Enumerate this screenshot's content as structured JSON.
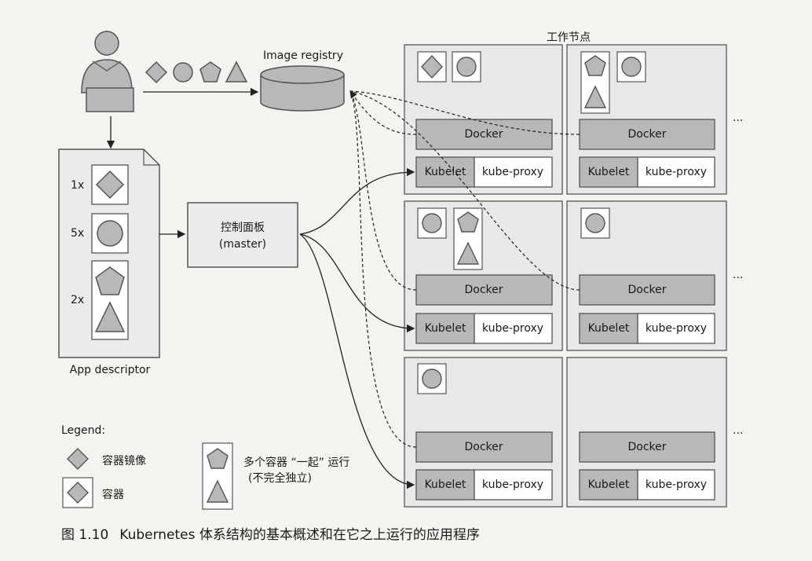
{
  "worker_nodes_title": "工作节点",
  "image_registry_label": "Image registry",
  "app_descriptor": {
    "label": "App descriptor",
    "entries": [
      {
        "count": "1x",
        "shape": "diamond-icon"
      },
      {
        "count": "5x",
        "shape": "circle-icon"
      },
      {
        "count": "2x",
        "shapes": [
          "pentagon-icon",
          "triangle-icon"
        ]
      }
    ]
  },
  "master": {
    "line1": "控制面板",
    "line2": "(master)"
  },
  "node": {
    "docker": "Docker",
    "kubelet": "Kubelet",
    "kube_proxy": "kube-proxy"
  },
  "ellipsis": "...",
  "legend": {
    "title": "Legend:",
    "image_label": "容器镜像",
    "container_label": "容器",
    "pod_label_line1": "多个容器 “一起” 运行",
    "pod_label_line2": "(不完全独立)"
  },
  "caption": {
    "figure_number": "图 1.10",
    "text": "Kubernetes 体系结构的基本概述和在它之上运行的应用程序"
  },
  "colors": {
    "gray_fill": "#b8b8b8",
    "node_fill": "#e8e8e6",
    "panel_fill": "#ebebea",
    "stroke": "#555555"
  }
}
